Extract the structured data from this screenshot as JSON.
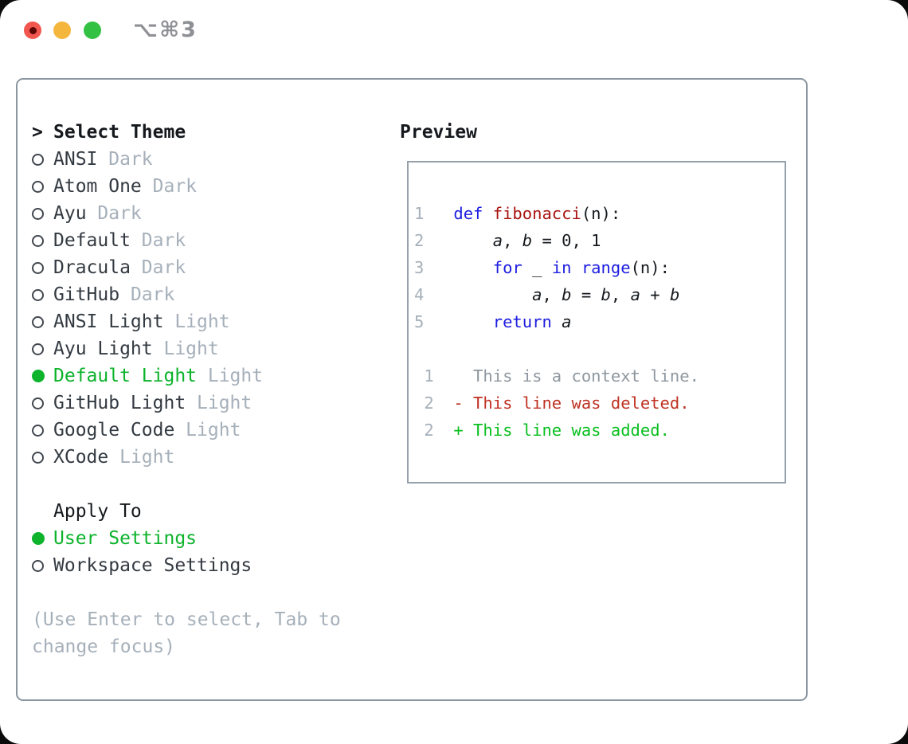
{
  "colors": {
    "accent-green": "#0cb32b",
    "keyword-blue": "#1d1de0",
    "function-red": "#a81512",
    "deleted-red": "#bf3222",
    "added-green": "#0abf1f",
    "muted-gray": "#a6b0ba",
    "context-gray": "#8e979f",
    "text-dark": "#333a41",
    "heading-black": "#15191d",
    "code-black": "#15191d",
    "panel-border": "#8b96a1",
    "preview-border": "#96a1ab",
    "titlebar-gray": "#8f9095",
    "traffic-red": "#f2564e",
    "traffic-yellow": "#f4b63d",
    "traffic-green": "#33c144"
  },
  "window": {
    "title": "⌥⌘3"
  },
  "theme_list": {
    "cursor": ">",
    "header": "Select Theme",
    "items": [
      {
        "label": "ANSI",
        "variant": "Dark",
        "selected": false
      },
      {
        "label": "Atom One",
        "variant": "Dark",
        "selected": false
      },
      {
        "label": "Ayu",
        "variant": "Dark",
        "selected": false
      },
      {
        "label": "Default",
        "variant": "Dark",
        "selected": false
      },
      {
        "label": "Dracula",
        "variant": "Dark",
        "selected": false
      },
      {
        "label": "GitHub",
        "variant": "Dark",
        "selected": false
      },
      {
        "label": "ANSI Light",
        "variant": "Light",
        "selected": false
      },
      {
        "label": "Ayu Light",
        "variant": "Light",
        "selected": false
      },
      {
        "label": "Default Light",
        "variant": "Light",
        "selected": true
      },
      {
        "label": "GitHub Light",
        "variant": "Light",
        "selected": false
      },
      {
        "label": "Google Code",
        "variant": "Light",
        "selected": false
      },
      {
        "label": "XCode",
        "variant": "Light",
        "selected": false
      }
    ]
  },
  "apply_to": {
    "header": "Apply To",
    "options": [
      {
        "label": "User Settings",
        "selected": true
      },
      {
        "label": "Workspace Settings",
        "selected": false
      }
    ]
  },
  "hint": {
    "text": "(Use Enter to select, Tab to change focus)"
  },
  "preview": {
    "header": "Preview",
    "lines": [
      [
        {
          "t": "1   ",
          "s": "num"
        },
        {
          "t": "def ",
          "s": "kw"
        },
        {
          "t": "fibonacci",
          "s": "fn"
        },
        {
          "t": "(n):",
          "s": "pl"
        }
      ],
      [
        {
          "t": "2   ",
          "s": "num"
        },
        {
          "t": "    ",
          "s": "pl"
        },
        {
          "t": "a",
          "s": "var"
        },
        {
          "t": ", ",
          "s": "pl"
        },
        {
          "t": "b",
          "s": "var"
        },
        {
          "t": " = 0, 1",
          "s": "pl"
        }
      ],
      [
        {
          "t": "3   ",
          "s": "num"
        },
        {
          "t": "    ",
          "s": "pl"
        },
        {
          "t": "for",
          "s": "kw"
        },
        {
          "t": " _ ",
          "s": "pl"
        },
        {
          "t": "in",
          "s": "kw"
        },
        {
          "t": " ",
          "s": "pl"
        },
        {
          "t": "range",
          "s": "kw"
        },
        {
          "t": "(n):",
          "s": "pl"
        }
      ],
      [
        {
          "t": "4   ",
          "s": "num"
        },
        {
          "t": "        ",
          "s": "pl"
        },
        {
          "t": "a",
          "s": "var"
        },
        {
          "t": ", ",
          "s": "pl"
        },
        {
          "t": "b",
          "s": "var"
        },
        {
          "t": " = ",
          "s": "pl"
        },
        {
          "t": "b",
          "s": "var"
        },
        {
          "t": ", ",
          "s": "pl"
        },
        {
          "t": "a",
          "s": "var"
        },
        {
          "t": " + ",
          "s": "pl"
        },
        {
          "t": "b",
          "s": "var"
        }
      ],
      [
        {
          "t": "5   ",
          "s": "num"
        },
        {
          "t": "    ",
          "s": "pl"
        },
        {
          "t": "return ",
          "s": "kw"
        },
        {
          "t": "a",
          "s": "var"
        }
      ],
      [],
      [
        {
          "t": " 1  ",
          "s": "num"
        },
        {
          "t": "  This is a context line.",
          "s": "ctx"
        }
      ],
      [
        {
          "t": " 2  ",
          "s": "num"
        },
        {
          "t": "- This line was deleted.",
          "s": "del"
        }
      ],
      [
        {
          "t": " 2  ",
          "s": "num"
        },
        {
          "t": "+ This line was added.",
          "s": "add"
        }
      ]
    ]
  }
}
